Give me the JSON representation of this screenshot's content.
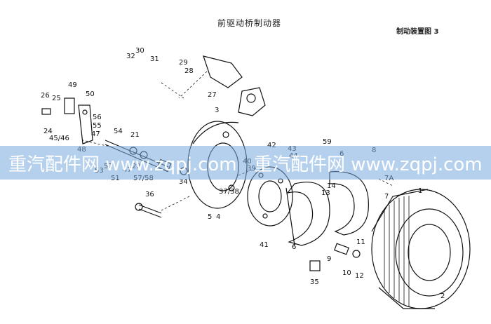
{
  "title": "前驱动桥制动器",
  "figure_label": "制动装置图 3",
  "watermark": {
    "left": "重汽配件网 www.zqpj.com",
    "right": "重汽配件网 www.zqpj.com"
  },
  "callouts": [
    "1",
    "2",
    "3",
    "4",
    "5",
    "6",
    "6",
    "7",
    "7A",
    "8",
    "9",
    "10",
    "11",
    "12",
    "13",
    "14",
    "21",
    "22",
    "24",
    "25",
    "26",
    "27",
    "28",
    "29",
    "30",
    "31",
    "32",
    "34",
    "35",
    "36",
    "37/38",
    "39",
    "40",
    "41",
    "42",
    "43",
    "44",
    "45/46",
    "47",
    "47",
    "48",
    "49",
    "50",
    "51",
    "52",
    "53",
    "54",
    "55",
    "56",
    "57/58",
    "59"
  ]
}
